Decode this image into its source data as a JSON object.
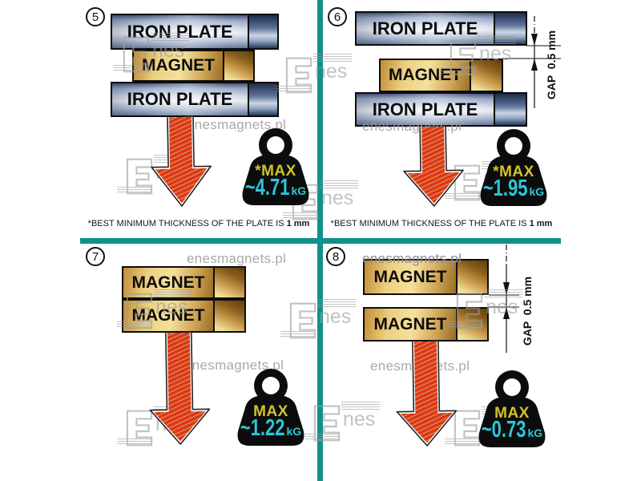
{
  "colors": {
    "divider": "#10908c",
    "arrow_red": "#dc3910",
    "weight_black": "#0c0c0c",
    "max_yellow": "#d2c32b",
    "value_cyan": "#2bc6d8"
  },
  "watermark": {
    "site_text": "enesmagnets.pl",
    "logo_text": "nes"
  },
  "panels": [
    {
      "number": "5",
      "layers": [
        "IRON PLATE",
        "MAGNET",
        "IRON PLATE"
      ],
      "weight": {
        "max": "*MAX",
        "value": "~4.71",
        "unit": "kG"
      },
      "footnote": {
        "text": "*BEST MINIMUM THICKNESS OF THE PLATE IS",
        "bold": "1 mm"
      }
    },
    {
      "number": "6",
      "layers": [
        "IRON PLATE",
        "MAGNET",
        "IRON PLATE"
      ],
      "gap": "GAP  0.5 mm",
      "weight": {
        "max": "*MAX",
        "value": "~1.95",
        "unit": "kG"
      },
      "footnote": {
        "text": "*BEST MINIMUM THICKNESS OF THE PLATE IS",
        "bold": "1 mm"
      }
    },
    {
      "number": "7",
      "layers": [
        "MAGNET",
        "MAGNET"
      ],
      "weight": {
        "max": "MAX",
        "value": "~1.22",
        "unit": "kG"
      }
    },
    {
      "number": "8",
      "layers": [
        "MAGNET",
        "MAGNET"
      ],
      "gap": "GAP  0.5 mm",
      "weight": {
        "max": "MAX",
        "value": "~0.73",
        "unit": "kG"
      }
    }
  ]
}
